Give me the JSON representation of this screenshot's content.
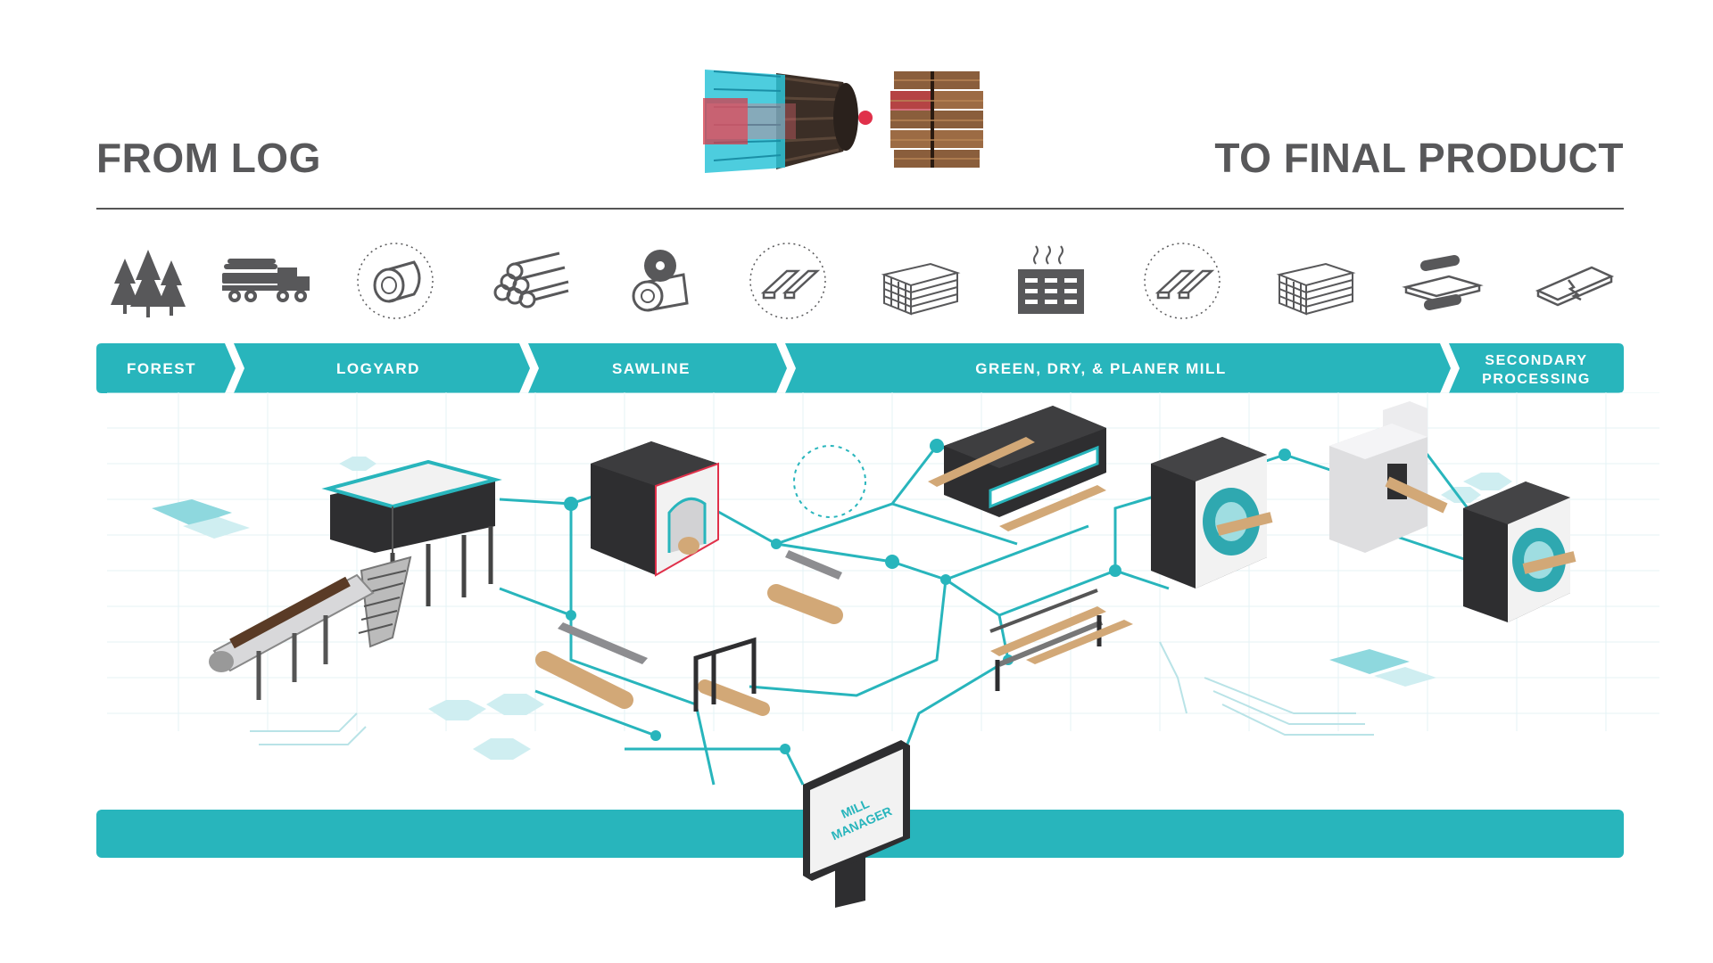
{
  "header": {
    "left_title": "FROM LOG",
    "right_title": "TO FINAL PRODUCT"
  },
  "stages": [
    {
      "label": "FOREST"
    },
    {
      "label": "LOGYARD"
    },
    {
      "label": "SAWLINE"
    },
    {
      "label": "GREEN, DRY, & PLANER MILL"
    },
    {
      "label_line1": "SECONDARY",
      "label_line2": "PROCESSING"
    }
  ],
  "step_icons": [
    "forest-trees-icon",
    "log-truck-icon",
    "log-scan-icon",
    "log-pile-icon",
    "saw-blade-log-icon",
    "board-scan-icon",
    "lumber-stack-icon",
    "dry-kiln-icon",
    "board-grade-scan-icon",
    "lumber-package-icon",
    "planer-rolls-icon",
    "finger-joint-icon"
  ],
  "mill_manager": {
    "line1": "MILL",
    "line2": "MANAGER"
  },
  "colors": {
    "accent": "#28b5bc",
    "heading": "#58585a",
    "icon": "#58585a",
    "wood": "#d2a877",
    "machine_dark": "#2e2e30",
    "laser_red": "#e0304a"
  }
}
